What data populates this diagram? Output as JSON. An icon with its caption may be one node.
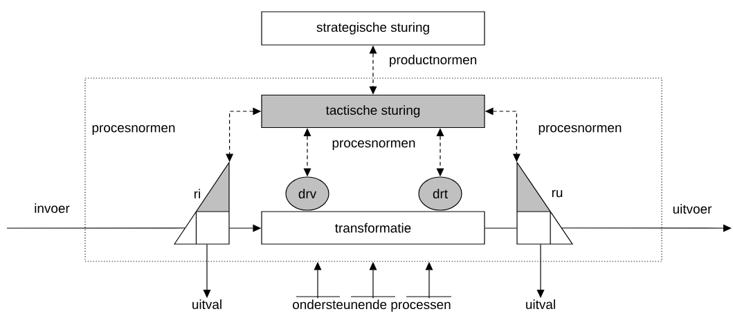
{
  "diagram": {
    "nodes": [
      {
        "text": [],
        "shape": "box"
      },
      {
        "text": [
          "strategische sturing"
        ]
      },
      {
        "text": [
          "tactische sturing"
        ],
        "in": 0
      },
      {
        "text": [
          "ri"
        ],
        "in": 0
      },
      {
        "text": [
          "drv"
        ],
        "in": 0
      },
      {
        "text": [
          "drt"
        ],
        "in": 0
      },
      {
        "text": [
          "transformatie"
        ],
        "in": 0
      },
      {
        "text": [
          "ru"
        ],
        "in": 0
      },
      {
        "text": [
          "uitval"
        ]
      },
      {
        "text": [
          "uitval"
        ]
      },
      {
        "text": [
          "ondersteunende processen"
        ]
      }
    ],
    "edges": [
      {
        "from": 1,
        "to": 2,
        "arrow": "both",
        "style": "dashed",
        "label": "productnormen"
      },
      {
        "from": 2,
        "to": 3,
        "arrow": "both",
        "style": "dashed",
        "label": "procesnormen"
      },
      {
        "from": 2,
        "to": 4,
        "arrow": "both",
        "style": "dashed",
        "label": "procesnormen"
      },
      {
        "from": 2,
        "to": 5,
        "arrow": "both",
        "style": "dashed"
      },
      {
        "from": 2,
        "to": 7,
        "arrow": "both",
        "style": "dashed",
        "label": "procesnormen"
      },
      {
        "from": null,
        "to": 3,
        "arrow": "none",
        "label": "invoer"
      },
      {
        "from": 3,
        "to": 6,
        "arrow": "to"
      },
      {
        "from": 6,
        "to": 7,
        "arrow": "none"
      },
      {
        "from": 7,
        "to": null,
        "arrow": "to",
        "label": "uitvoer"
      },
      {
        "from": 3,
        "to": 8,
        "arrow": "to"
      },
      {
        "from": 7,
        "to": 9,
        "arrow": "to"
      },
      {
        "from": 10,
        "to": 0,
        "arrow": "to"
      },
      {
        "from": 10,
        "to": 0,
        "arrow": "to"
      },
      {
        "from": 10,
        "to": 0,
        "arrow": "to"
      }
    ]
  }
}
